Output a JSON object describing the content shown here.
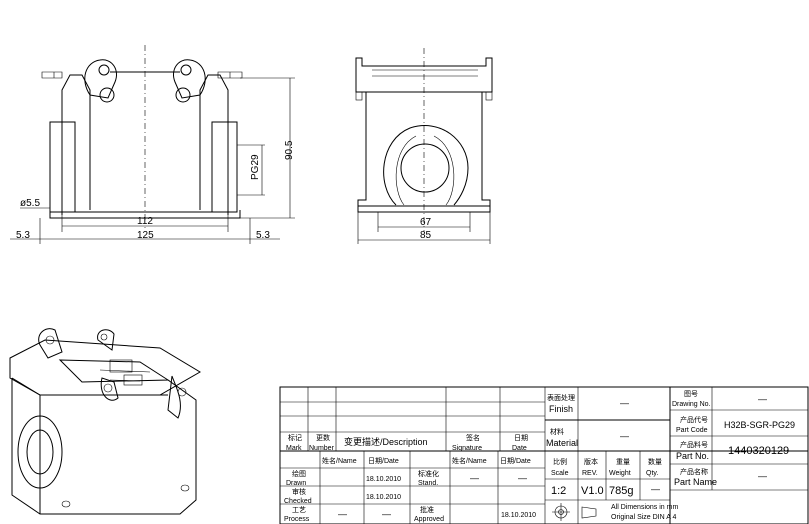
{
  "dimensions": {
    "front": {
      "width_outer": "125",
      "width_inner": "112",
      "offset_left": "5.3",
      "offset_right": "5.3",
      "height": "90.5",
      "hole": "ø5.5",
      "thread": "PG29"
    },
    "side": {
      "width_outer": "85",
      "width_inner": "67"
    }
  },
  "title_block": {
    "surface_finish": {
      "label_cn": "表面处理",
      "label_en": "Finish",
      "value": "—"
    },
    "material": {
      "label_cn": "材料",
      "label_en": "Material",
      "value": "—"
    },
    "drawing_no": {
      "label_cn": "图号",
      "label_en": "Drawing No.",
      "value": "—"
    },
    "part_code": {
      "label_cn": "产品代号",
      "label_en": "Part Code",
      "value": "H32B-SGR-PG29"
    },
    "part_no": {
      "label_cn": "产品料号",
      "label_en": "Part No.",
      "value": "1440320129"
    },
    "part_name": {
      "label_cn": "产品名称",
      "label_en": "Part Name",
      "value": "—"
    },
    "revision_headers": {
      "mark": {
        "cn": "标记",
        "en": "Mark"
      },
      "number": {
        "cn": "更数",
        "en": "Number"
      },
      "description": "变更描述/Description",
      "signature": {
        "cn": "签名",
        "en": "Signature"
      },
      "date": {
        "cn": "日期",
        "en": "Date"
      }
    },
    "name_header": "姓名/Name",
    "date_header": "日期/Date",
    "scale": {
      "label_cn": "比例",
      "label_en": "Scale",
      "value": "1:2"
    },
    "rev": {
      "label_cn": "版本",
      "label_en": "REV.",
      "value": "V1.0"
    },
    "weight": {
      "label_cn": "重量",
      "label_en": "Weight",
      "value": "785g"
    },
    "qty": {
      "label_cn": "数量",
      "label_en": "Qty.",
      "value": "—"
    },
    "drawn": {
      "label_cn": "绘图",
      "label_en": "Drawn",
      "date": "18.10.2010"
    },
    "checked": {
      "label_cn": "审核",
      "label_en": "Checked",
      "date": "18.10.2010"
    },
    "process": {
      "label_cn": "工艺",
      "label_en": "Process",
      "name": "—",
      "date": "—"
    },
    "standard": {
      "label_cn": "标准化",
      "label_en": "Stand.",
      "name": "—",
      "date": "—"
    },
    "approved": {
      "label_cn": "批准",
      "label_en": "Approved",
      "date": "18.10.2010"
    },
    "dims_note": "All Dimensions in mm",
    "size_note": "Original Size DIN A 4"
  }
}
